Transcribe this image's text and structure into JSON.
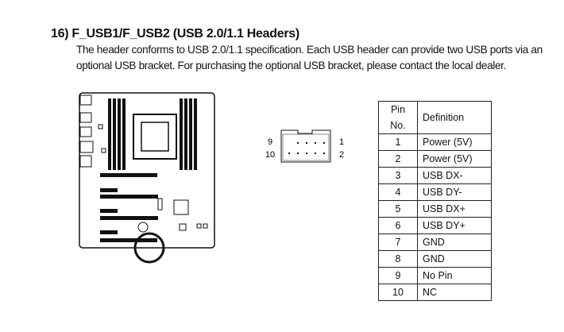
{
  "section": {
    "title": "16)  F_USB1/F_USB2 (USB 2.0/1.1 Headers)",
    "paragraph": "The header conforms to USB 2.0/1.1 specification. Each USB header can provide two USB ports via an optional USB bracket. For purchasing the optional USB bracket, please contact the local dealer."
  },
  "header_diagram": {
    "label_9": "9",
    "label_10": "10",
    "label_1": "1",
    "label_2": "2"
  },
  "pin_table": {
    "headers": [
      "Pin No.",
      "Definition"
    ],
    "rows": [
      [
        "1",
        "Power (5V)"
      ],
      [
        "2",
        "Power (5V)"
      ],
      [
        "3",
        "USB DX-"
      ],
      [
        "4",
        "USB DY-"
      ],
      [
        "5",
        "USB DX+"
      ],
      [
        "6",
        "USB DY+"
      ],
      [
        "7",
        "GND"
      ],
      [
        "8",
        "GND"
      ],
      [
        "9",
        "No Pin"
      ],
      [
        "10",
        "NC"
      ]
    ]
  }
}
